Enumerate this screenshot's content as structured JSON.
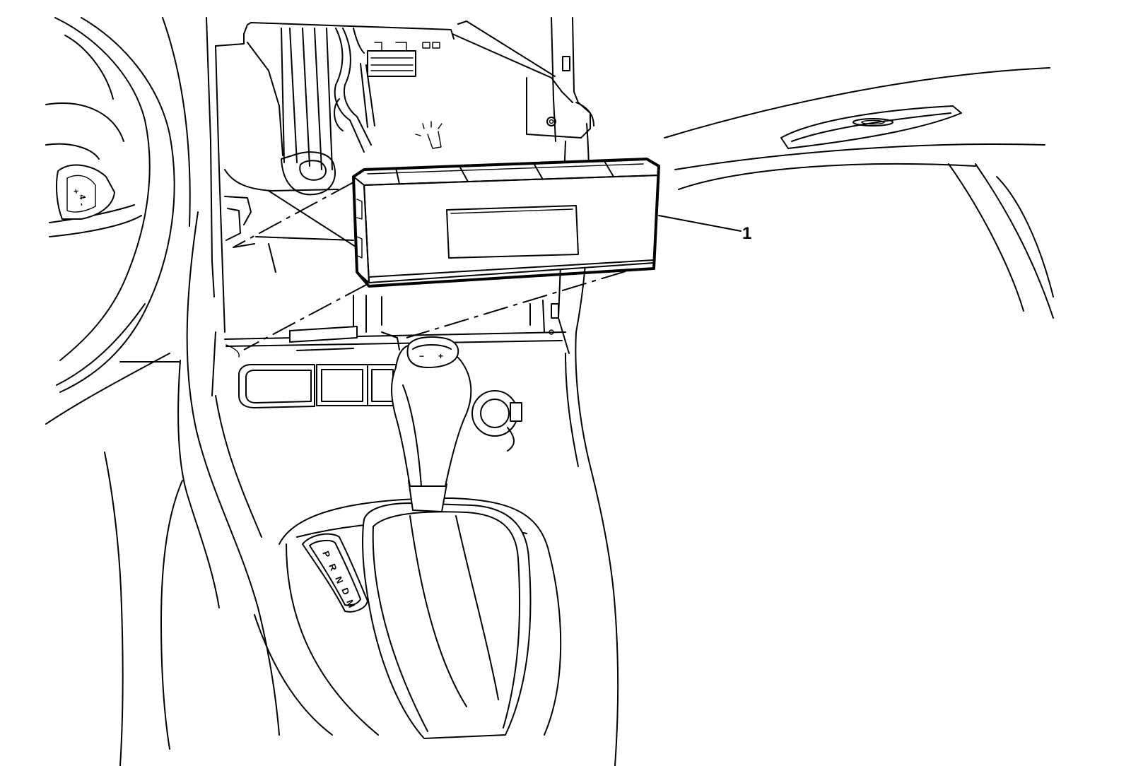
{
  "callouts": [
    {
      "id": "1",
      "label": "1"
    }
  ],
  "gear_indicator": [
    "P",
    "R",
    "N",
    "D",
    "M"
  ],
  "shift_knob_symbols": {
    "minus": "−",
    "plus": "+"
  },
  "paddle_symbols": {
    "plus": "+",
    "num": "4",
    "minus": "-"
  }
}
